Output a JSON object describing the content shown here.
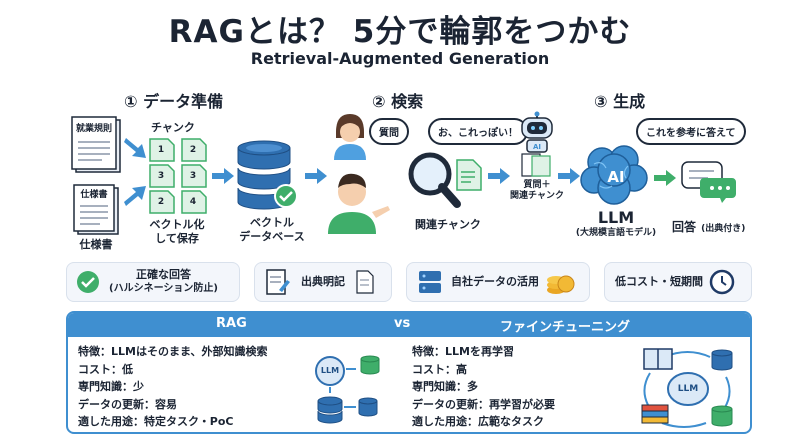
{
  "header": {
    "title": "RAGとは？ 5分で輪郭をつかむ",
    "subtitle": "Retrieval-Augmented Generation"
  },
  "steps": [
    {
      "num": "①",
      "label": "データ準備"
    },
    {
      "num": "②",
      "label": "検索"
    },
    {
      "num": "③",
      "label": "生成"
    }
  ],
  "prep": {
    "doc1": "就業規則",
    "doc2": "仕様書",
    "doc2_caption": "仕様書",
    "chunk_label": "チャンク",
    "chunk_numbers": [
      "1",
      "2",
      "3",
      "3",
      "2",
      "4"
    ],
    "vectorize": [
      "ベクトル化",
      "して保存"
    ],
    "db": [
      "ベクトル",
      "データベース"
    ]
  },
  "search": {
    "bubble_question": "質問",
    "bubble_found": "お、これっぽい！",
    "related": "関連チャンク"
  },
  "generate": {
    "bot_chip": "AI",
    "input_label": [
      "質問＋",
      "関連チャンク"
    ],
    "brain_text": "AI",
    "llm": "LLM",
    "llm_sub": "(大規模言語モデル)",
    "bubble": "これを参考に答えて",
    "answer": "回答",
    "answer_sub": "(出典付き)"
  },
  "features": [
    {
      "line1": "正確な回答",
      "line2": "(ハルシネーション防止)",
      "icon": "check-icon"
    },
    {
      "line1": "出典明記",
      "icon": "document-icon"
    },
    {
      "line1": "自社データの活用",
      "icon": "coins-icon"
    },
    {
      "line1": "低コスト・短期間",
      "icon": "clock-icon"
    }
  ],
  "comparison": {
    "left_title": "RAG",
    "vs": "vs",
    "right_title": "ファインチューニング",
    "left_items": [
      "特徴：LLMはそのまま、外部知識検索",
      "コスト：低",
      "専門知識：少",
      "データの更新：容易",
      "適した用途：特定タスク・PoC"
    ],
    "right_items": [
      "特徴：LLMを再学習",
      "コスト：高",
      "専門知識：多",
      "データの更新：再学習が必要",
      "適した用途：広範なタスク"
    ],
    "left_icon_text": "LLM",
    "right_icon_text": "LLM"
  },
  "colors": {
    "arrow": "#3f8fd0",
    "green": "#3fae6a",
    "db": "#2f6fb0",
    "brain": "#3f8fd0",
    "dark": "#1f2a3a"
  }
}
